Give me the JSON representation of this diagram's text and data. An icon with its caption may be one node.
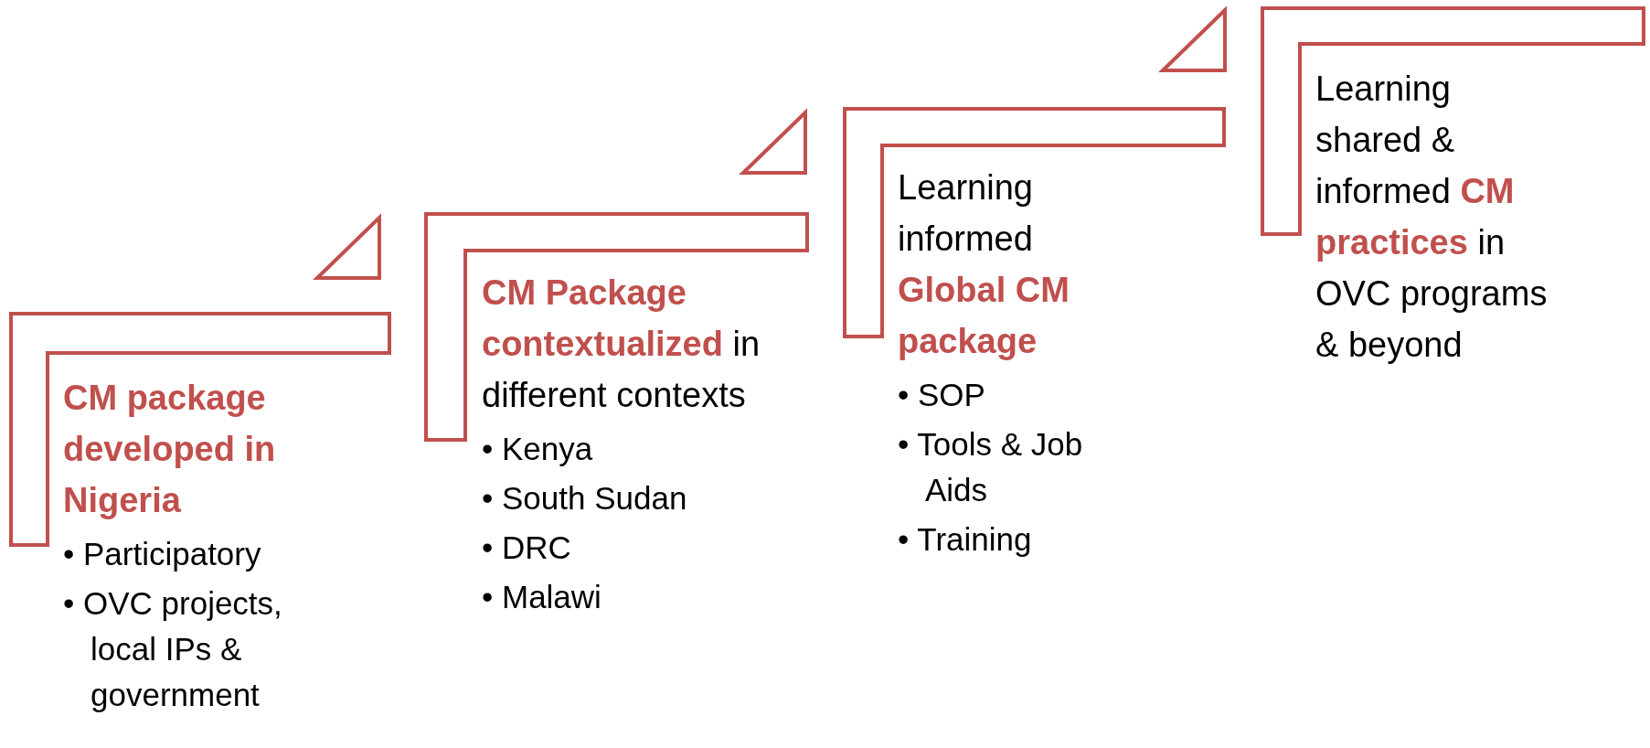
{
  "diagram": {
    "nodes": [
      {
        "text": [
          "CM package developed in Nigeria",
          "• Participatory",
          "• OVC projects, local IPs & government"
        ]
      },
      {
        "text": [
          "**CM Package contextualized** in different contexts",
          "• Kenya",
          "• South Sudan",
          "• DRC",
          "• Malawi"
        ]
      },
      {
        "text": [
          "Learning informed **Global CM package**",
          "• SOP",
          "• Tools & Job Aids",
          "• Training"
        ]
      },
      {
        "text": [
          "Learning shared & informed **CM practices** in OVC programs & beyond"
        ]
      },
      {
        "text": [],
        "shape": "triangle"
      },
      {
        "text": [],
        "shape": "triangle"
      },
      {
        "text": [],
        "shape": "triangle"
      }
    ]
  }
}
